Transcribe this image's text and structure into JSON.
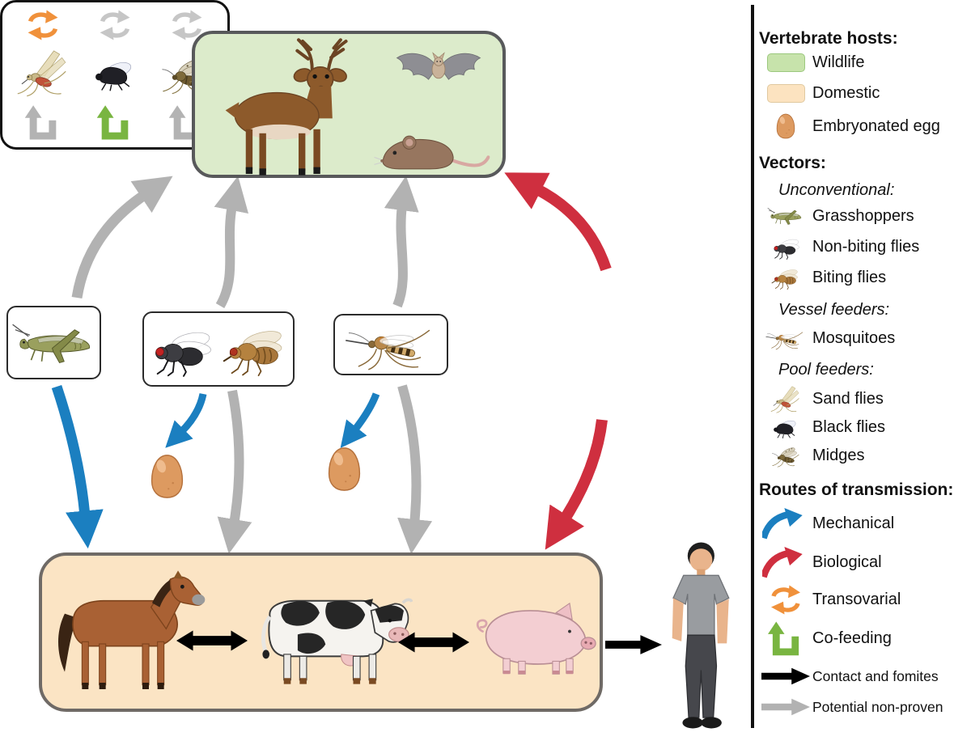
{
  "legend": {
    "hosts": {
      "title": "Vertebrate hosts:",
      "items": [
        {
          "label": "Wildlife",
          "icon": "wildlife-swatch",
          "swatch_fill": "#c7e3ab",
          "swatch_border": "#9cc87e"
        },
        {
          "label": "Domestic",
          "icon": "domestic-swatch",
          "swatch_fill": "#fce3c0",
          "swatch_border": "#e0c9a0"
        },
        {
          "label": "Embryonated egg",
          "icon": "egg-icon"
        }
      ]
    },
    "vectors": {
      "title": "Vectors:",
      "groups": [
        {
          "title": "Unconventional:",
          "items": [
            {
              "label": "Grasshoppers",
              "icon": "grasshopper-icon"
            },
            {
              "label": "Non-biting flies",
              "icon": "housefly-icon"
            },
            {
              "label": "Biting flies",
              "icon": "biting-fly-icon"
            }
          ]
        },
        {
          "title": "Vessel feeders:",
          "items": [
            {
              "label": "Mosquitoes",
              "icon": "mosquito-icon"
            }
          ]
        },
        {
          "title": "Pool feeders:",
          "items": [
            {
              "label": "Sand flies",
              "icon": "sand-fly-icon"
            },
            {
              "label": "Black flies",
              "icon": "black-fly-icon"
            },
            {
              "label": "Midges",
              "icon": "midge-icon"
            }
          ]
        }
      ]
    },
    "routes": {
      "title": "Routes of transmission:",
      "items": [
        {
          "label": "Mechanical",
          "icon": "curved-arrow-icon",
          "color": "#1b7fc0"
        },
        {
          "label": "Biological",
          "icon": "curved-arrow-icon",
          "color": "#cf2f3f"
        },
        {
          "label": "Transovarial",
          "icon": "circular-arrows-icon",
          "color": "#f0913b"
        },
        {
          "label": "Co-feeding",
          "icon": "u-arrow-icon",
          "color": "#79b541"
        },
        {
          "label": "Contact and fomites",
          "icon": "block-arrow-icon",
          "color": "#000000"
        },
        {
          "label": "Potential non-proven",
          "icon": "block-arrow-icon",
          "color": "#b2b2b2"
        }
      ]
    }
  },
  "diagram": {
    "wildlife_box_animals": [
      "deer",
      "bat",
      "mouse"
    ],
    "domestic_box_animals": [
      "horse",
      "cow",
      "pig"
    ],
    "human": "man",
    "vector_boxes": [
      "grasshopper",
      "non-biting fly and biting fly",
      "mosquito"
    ],
    "pool_feeder_box_columns": [
      {
        "insect": "sand fly",
        "top_icon": "transovarial-cycle-orange",
        "bottom_icon": "u-arrow-gray"
      },
      {
        "insect": "black fly",
        "top_icon": "cycle-gray",
        "bottom_icon": "co-feeding-u-arrow-green"
      },
      {
        "insect": "midge",
        "top_icon": "cycle-gray",
        "bottom_icon": "u-arrow-gray"
      }
    ]
  },
  "colors": {
    "wildlife_fill": "#dcebcb",
    "domestic_fill": "#fbe4c4",
    "mechanical_blue": "#1b7fc0",
    "biological_red": "#cf2f3f",
    "transovarial_orange": "#f0913b",
    "cofeeding_green": "#79b541",
    "contact_black": "#000000",
    "potential_gray": "#b2b2b2"
  }
}
